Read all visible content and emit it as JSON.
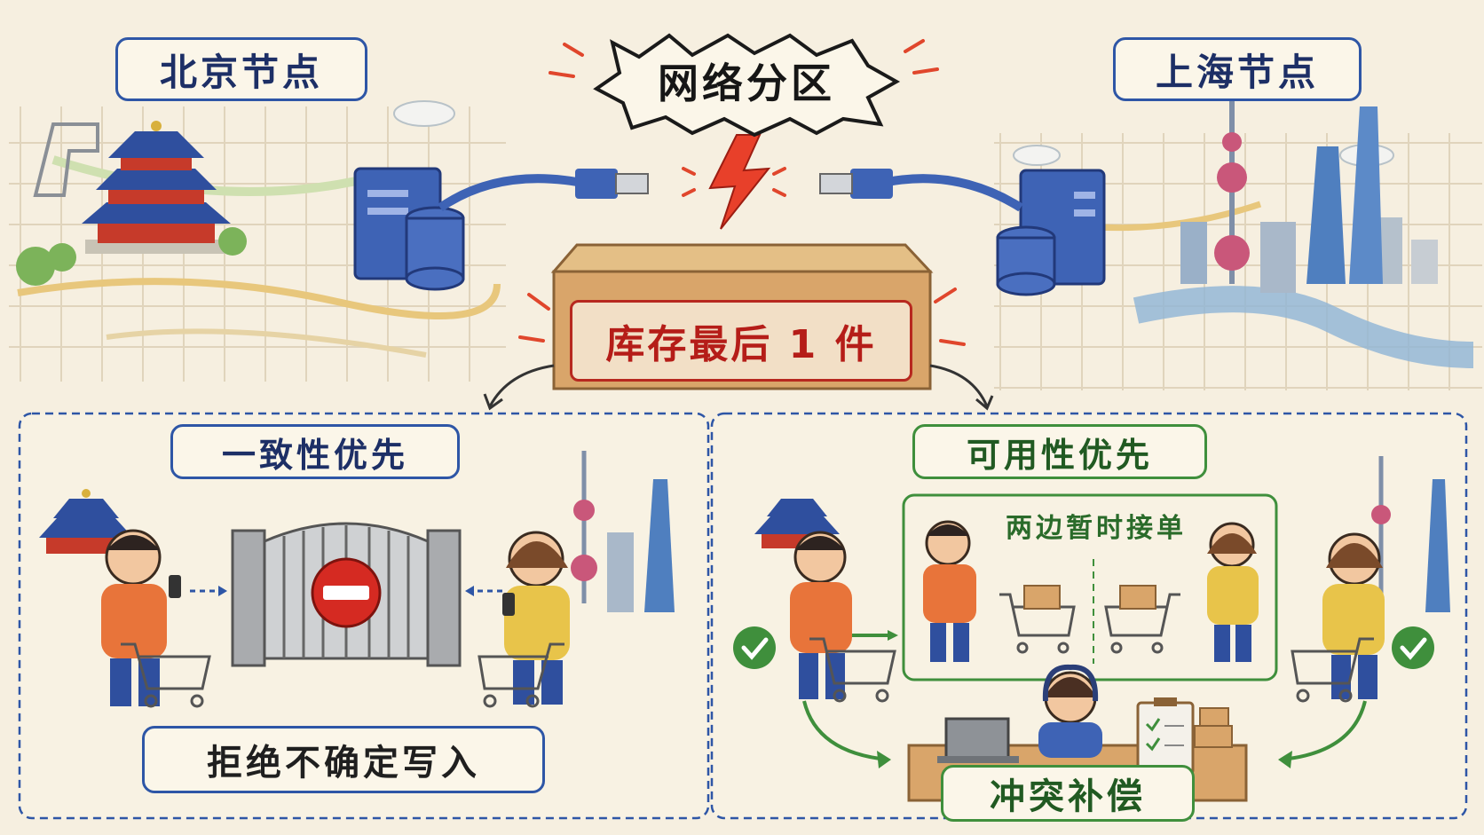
{
  "nodes": {
    "beijing": "北京节点",
    "shanghai": "上海节点"
  },
  "event": {
    "partition": "网络分区",
    "stock": "库存最后 1 件"
  },
  "strategies": {
    "consistency": {
      "title": "一致性优先",
      "result": "拒绝不确定写入"
    },
    "availability": {
      "title": "可用性优先",
      "subtitle": "两边暂时接单",
      "result": "冲突补偿"
    }
  },
  "colors": {
    "blue": "#2e56a6",
    "green": "#3f8f3c",
    "red": "#c8281e",
    "paper": "#f6efe0"
  },
  "icons": [
    "server-icon",
    "database-icon",
    "network-cable-icon",
    "lightning-icon",
    "stop-sign-icon",
    "gate-icon",
    "shopping-cart-icon",
    "check-icon",
    "laptop-icon",
    "clipboard-icon",
    "headset-icon"
  ]
}
